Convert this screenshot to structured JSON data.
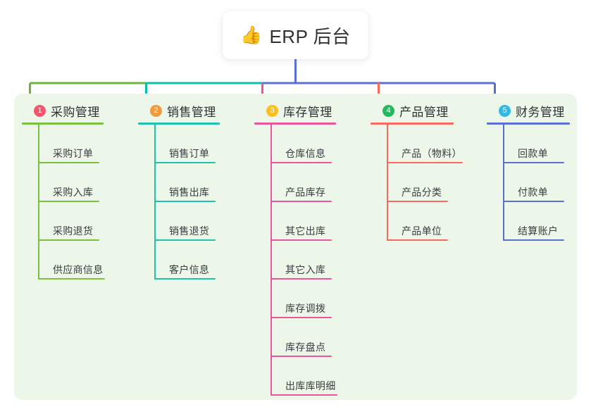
{
  "root": {
    "icon": "thumbs-up-icon",
    "icon_glyph": "👍",
    "title": "ERP 后台"
  },
  "panel": {
    "background_color": "#edf7e9"
  },
  "columns": [
    {
      "number": "1",
      "title": "采购管理",
      "badge_color": "#f4566d",
      "line_color": "#7ac143",
      "connector_color": "#6cb33f",
      "items": [
        {
          "label": "采购订单"
        },
        {
          "label": "采购入库"
        },
        {
          "label": "采购退货"
        },
        {
          "label": "供应商信息"
        }
      ]
    },
    {
      "number": "2",
      "title": "销售管理",
      "badge_color": "#f59a3c",
      "line_color": "#1fc2ad",
      "connector_color": "#0fbdab",
      "items": [
        {
          "label": "销售订单"
        },
        {
          "label": "销售出库"
        },
        {
          "label": "销售退货"
        },
        {
          "label": "客户信息"
        }
      ]
    },
    {
      "number": "3",
      "title": "库存管理",
      "badge_color": "#fbbf24",
      "line_color": "#e9549b",
      "connector_color": "#e9549b",
      "items": [
        {
          "label": "仓库信息"
        },
        {
          "label": "产品库存"
        },
        {
          "label": "其它出库"
        },
        {
          "label": "其它入库"
        },
        {
          "label": "库存调拨"
        },
        {
          "label": "库存盘点"
        },
        {
          "label": "出库库明细"
        }
      ]
    },
    {
      "number": "4",
      "title": "产品管理",
      "badge_color": "#24b861",
      "line_color": "#f9695f",
      "connector_color": "#f9695f",
      "items": [
        {
          "label": "产品（物料）"
        },
        {
          "label": "产品分类"
        },
        {
          "label": "产品单位"
        }
      ]
    },
    {
      "number": "5",
      "title": "财务管理",
      "badge_color": "#2fb8e8",
      "line_color": "#5b6fd0",
      "connector_color": "#5b6fd0",
      "items": [
        {
          "label": "回款单"
        },
        {
          "label": "付款单"
        },
        {
          "label": "结算账户"
        }
      ]
    }
  ],
  "connectors": {
    "stem_color": "#5b6fd0"
  }
}
